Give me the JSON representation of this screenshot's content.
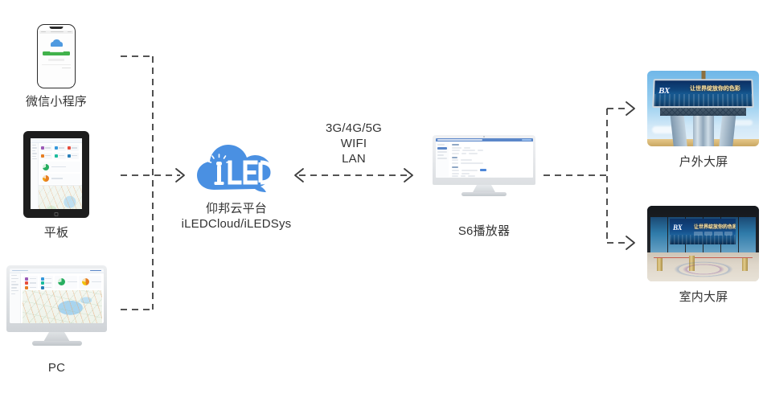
{
  "diagram": {
    "title": "iLED Cloud System Topology",
    "background": "#ffffff",
    "line_color": "#3c3c3c",
    "accent_color": "#4a90e2",
    "text_color": "#333333"
  },
  "nodes": {
    "phone": {
      "caption": "微信小程序",
      "icon": "smartphone-icon",
      "screen": {
        "logo": "cloud-logo",
        "button_color": "#41b24b"
      }
    },
    "tablet": {
      "caption": "平板",
      "icon": "tablet-icon"
    },
    "pc": {
      "caption": "PC",
      "icon": "desktop-monitor-icon"
    },
    "cloud": {
      "logo_text": "iLED",
      "caption_line1": "仰邦云平台",
      "caption_line2": "iLEDCloud/iLEDSys",
      "color": "#4a90e2",
      "icon": "cloud-icon"
    },
    "player": {
      "caption": "S6播放器",
      "icon": "monitor-icon"
    },
    "outdoor": {
      "caption": "户外大屏",
      "icon": "outdoor-billboard-photo",
      "billboard_logo": "BX",
      "billboard_slogan": "让世界绽放你的色彩"
    },
    "indoor": {
      "caption": "室内大屏",
      "icon": "indoor-ledwall-photo",
      "wall_logo": "BX",
      "wall_slogan": "让世界绽放你的色彩"
    }
  },
  "links": {
    "network_label_lines": [
      "3G/4G/5G",
      "WIFI",
      "LAN"
    ],
    "arrow_to_cloud": "→",
    "arrow_bidirectional": "↔",
    "arrow_to_outdoor": "→",
    "arrow_to_indoor": "→"
  }
}
